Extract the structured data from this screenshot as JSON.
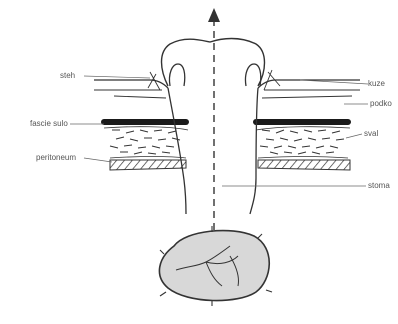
{
  "labels": {
    "steh": "steh",
    "kuze": "kuze",
    "podko": "podko",
    "fascie": "fascie sulo",
    "sval": "sval",
    "peritoneum": "peritoneum",
    "stoma": "stoma"
  },
  "colors": {
    "stroke": "#333333",
    "fascia": "#1a1a1a",
    "fill_grey": "#d8d8d8",
    "label": "#555555"
  }
}
